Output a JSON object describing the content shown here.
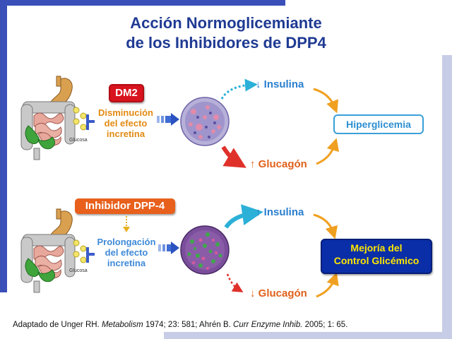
{
  "title_line1": "Acción Normoglicemiante",
  "title_line2": "de los Inhibidores de DPP4",
  "top": {
    "badge": "DM2",
    "effect_line1": "Disminución",
    "effect_line2": "del efecto",
    "effect_line3": "incretina",
    "glucosa": "Glucosa",
    "insulina": "↓ Insulina",
    "glucagon": "↑ Glucagón",
    "result": "Hiperglicemia"
  },
  "bottom": {
    "badge": "Inhibidor DPP-4",
    "effect_line1": "Prolongación",
    "effect_line2": "del efecto",
    "effect_line3": "incretina",
    "glucosa": "Glucosa",
    "insulina": "↑ Insulina",
    "glucagon": "↓ Glucagón",
    "result_line1": "Mejoría del",
    "result_line2": "Control Glicémico"
  },
  "footer": {
    "part1": "Adaptado de Unger RH. ",
    "journal1": "Metabolism",
    "part2": " 1974; 23: 581; Ahrén B. ",
    "journal2": "Curr Enzyme Inhib.",
    "part3": " 2005; 1: 65."
  },
  "colors": {
    "title": "#1f3a93",
    "dm2_badge": "#d8141e",
    "dpp4_badge": "#e8601c",
    "result_box": "#0a2ea8",
    "result_text": "#ffe600",
    "frame_blue": "#3a4fb8",
    "frame_gray": "#c7cde6"
  }
}
